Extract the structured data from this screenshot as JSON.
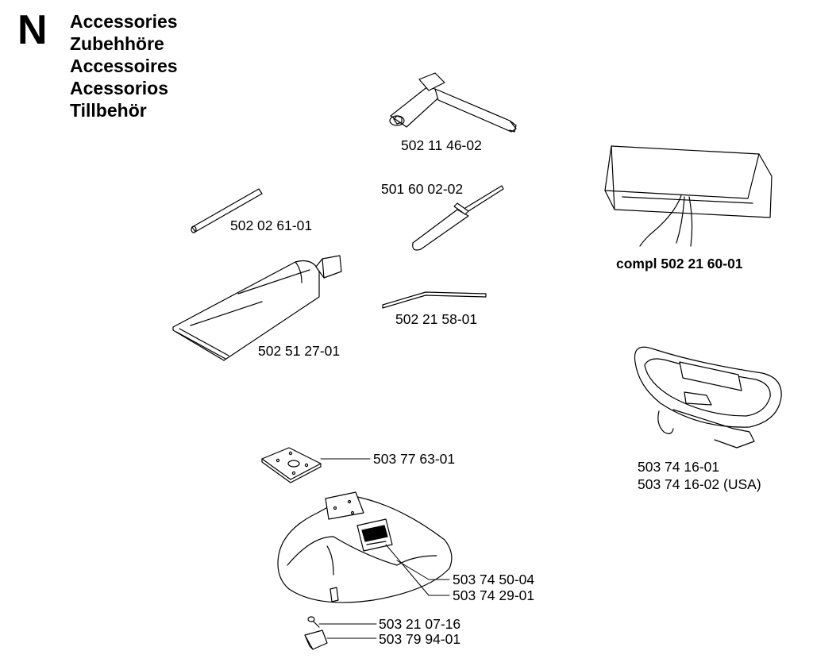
{
  "section": "N",
  "titles": [
    "Accessories",
    "Zubehhöre",
    "Accessoires",
    "Acessorios",
    "Tillbehör"
  ],
  "parts": {
    "wrench": "502 11 46-02",
    "pin": "502 02 61-01",
    "screwdriver": "501 60 02-02",
    "hex_key": "502 21 58-01",
    "grease_tube": "502 51 27-01",
    "tool_bag": "compl 502 21 60-01",
    "harness_1": "503 74 16-01",
    "harness_2": "503 74 16-02 (USA)",
    "plate": "503 77 63-01",
    "guard": "503 74 50-04",
    "label": "503 74 29-01",
    "screw": "503 21 07-16",
    "clip": "503 79 94-01"
  }
}
